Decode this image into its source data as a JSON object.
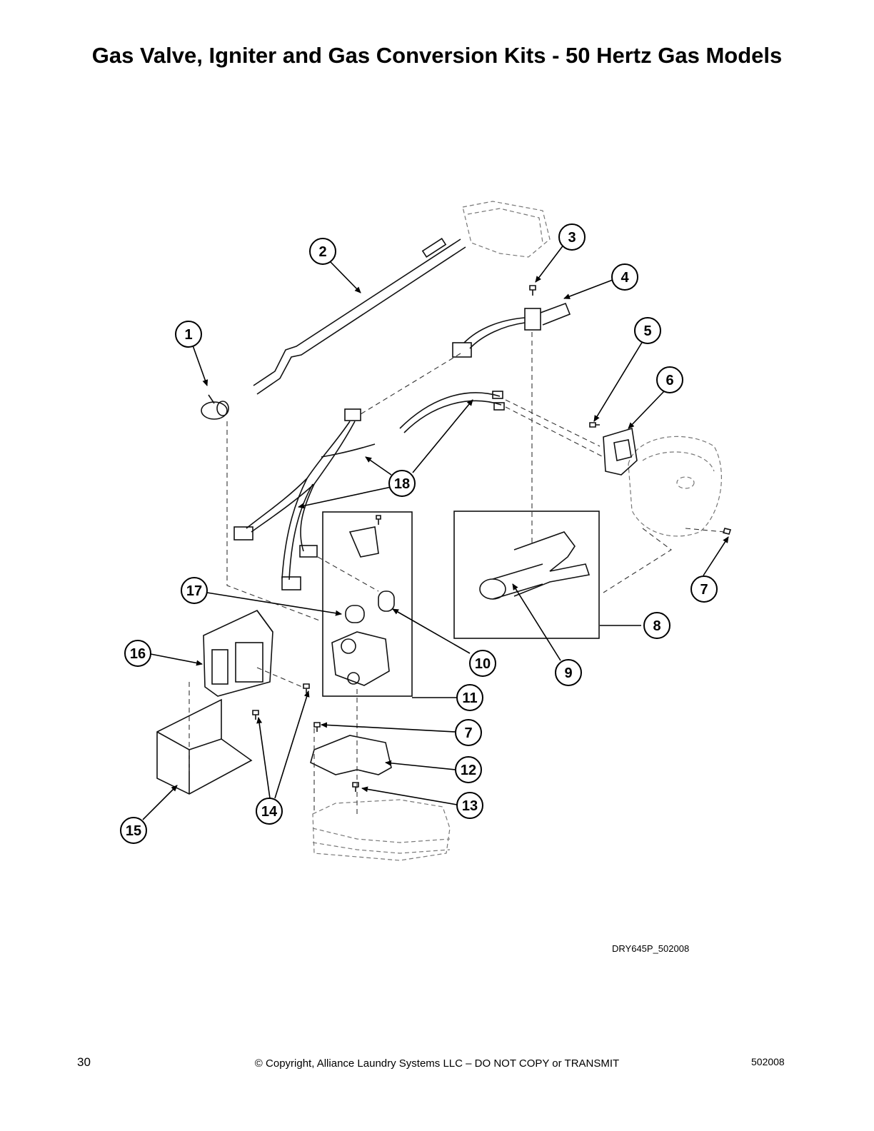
{
  "title": "Gas Valve, Igniter and Gas Conversion Kits - 50 Hertz Gas Models",
  "figure_code": "DRY645P_502008",
  "footer": {
    "page_number": "30",
    "copyright": "© Copyright, Alliance Laundry Systems LLC – DO NOT COPY or TRANSMIT",
    "doc_number": "502008"
  },
  "callouts": [
    {
      "id": "c1",
      "label": "1"
    },
    {
      "id": "c2",
      "label": "2"
    },
    {
      "id": "c3",
      "label": "3"
    },
    {
      "id": "c4",
      "label": "4"
    },
    {
      "id": "c5",
      "label": "5"
    },
    {
      "id": "c6",
      "label": "6"
    },
    {
      "id": "c7a",
      "label": "7"
    },
    {
      "id": "c8",
      "label": "8"
    },
    {
      "id": "c9",
      "label": "9"
    },
    {
      "id": "c10",
      "label": "10"
    },
    {
      "id": "c11",
      "label": "11"
    },
    {
      "id": "c7b",
      "label": "7"
    },
    {
      "id": "c12",
      "label": "12"
    },
    {
      "id": "c13",
      "label": "13"
    },
    {
      "id": "c14",
      "label": "14"
    },
    {
      "id": "c15",
      "label": "15"
    },
    {
      "id": "c16",
      "label": "16"
    },
    {
      "id": "c17",
      "label": "17"
    },
    {
      "id": "c18",
      "label": "18"
    }
  ]
}
